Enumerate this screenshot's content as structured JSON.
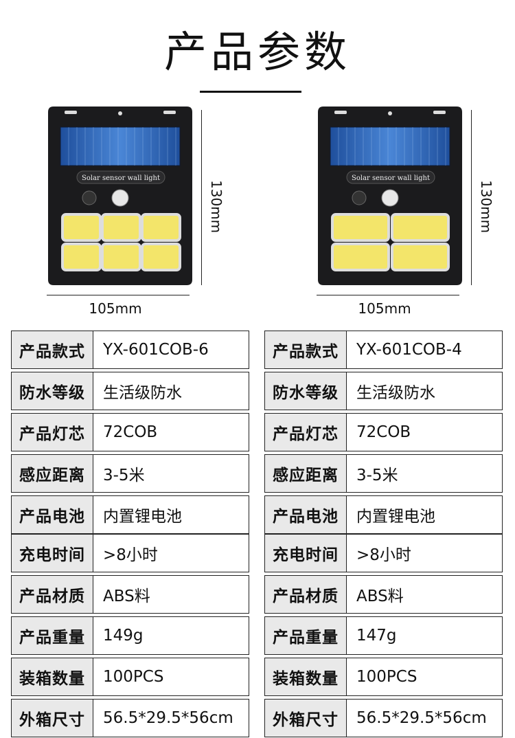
{
  "title": "产品参数",
  "dimensions": {
    "width": "105mm",
    "height": "130mm"
  },
  "panel_label": "Solar sensor wall light",
  "products": [
    {
      "led_cells": 6,
      "specs": [
        {
          "key": "产品款式",
          "value": "YX-601COB-6"
        },
        {
          "key": "防水等级",
          "value": "生活级防水"
        },
        {
          "key": "产品灯芯",
          "value": "72COB"
        },
        {
          "key": "感应距离",
          "value": "3-5米"
        },
        {
          "key": "产品电池",
          "value": "内置锂电池"
        },
        {
          "key": "充电时间",
          "value": ">8小时"
        },
        {
          "key": "产品材质",
          "value": "ABS料"
        },
        {
          "key": "产品重量",
          "value": "149g"
        },
        {
          "key": "装箱数量",
          "value": "100PCS"
        },
        {
          "key": "外箱尺寸",
          "value": "56.5*29.5*56cm"
        }
      ]
    },
    {
      "led_cells": 4,
      "specs": [
        {
          "key": "产品款式",
          "value": "YX-601COB-4"
        },
        {
          "key": "防水等级",
          "value": "生活级防水"
        },
        {
          "key": "产品灯芯",
          "value": "72COB"
        },
        {
          "key": "感应距离",
          "value": "3-5米"
        },
        {
          "key": "产品电池",
          "value": "内置锂电池"
        },
        {
          "key": "充电时间",
          "value": ">8小时"
        },
        {
          "key": "产品材质",
          "value": "ABS料"
        },
        {
          "key": "产品重量",
          "value": "147g"
        },
        {
          "key": "装箱数量",
          "value": "100PCS"
        },
        {
          "key": "外箱尺寸",
          "value": "56.5*29.5*56cm"
        }
      ]
    }
  ],
  "colors": {
    "housing": "#1b1b1d",
    "solar_cell": "#2a5fb3",
    "led": "#f3e56a",
    "key_bg": "#e9e9e9"
  }
}
